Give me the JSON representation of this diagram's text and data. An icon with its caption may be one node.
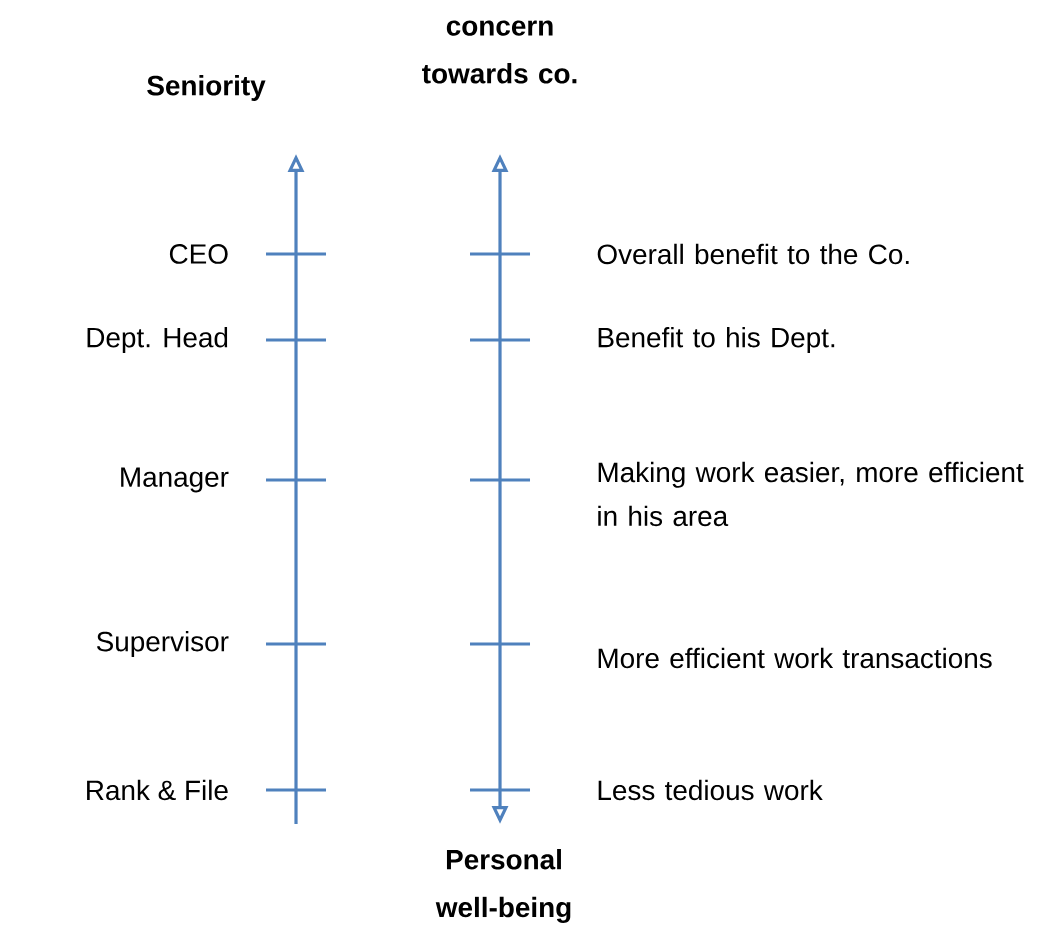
{
  "diagram": {
    "labels": [
      "concern towards co.",
      "Seniority",
      "CEO",
      "Overall benefit to the Co.",
      "Dept. Head",
      "Benefit to his Dept.",
      "Manager",
      "Making work easier, more efficient in his area",
      "Supervisor",
      "More efficient work transactions",
      "Rank & File",
      "Less tedious work",
      "Personal well-being"
    ]
  }
}
